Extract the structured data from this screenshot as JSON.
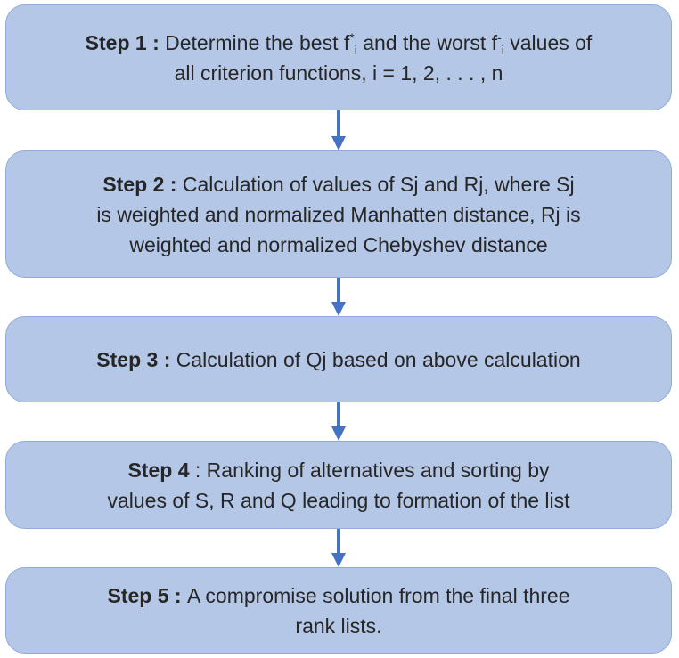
{
  "diagram": {
    "type": "flowchart",
    "direction": "top-to-bottom",
    "colors": {
      "box_fill": "#b4c7e7",
      "box_border": "#8faadc",
      "arrow": "#4472c4",
      "text": "#262626"
    },
    "steps": [
      {
        "label": "Step 1",
        "separator": " : ",
        "text_part1": "Determine the best f",
        "sym1_sup": "*",
        "sym1_sub": "i",
        "text_part2": " and the worst f",
        "sym2_sup": "-",
        "sym2_sub": "i",
        "text_part3": " values of",
        "line2": "all criterion functions, i = 1, 2, . . . , n"
      },
      {
        "label": "Step 2",
        "separator": " : ",
        "line1": "Calculation of values of Sj and Rj, where Sj",
        "line2": "is weighted and normalized Manhatten distance, Rj is",
        "line3": "weighted and normalized Chebyshev distance"
      },
      {
        "label": "Step 3",
        "separator": " : ",
        "line1": "Calculation of Qj based on above calculation"
      },
      {
        "label": "Step 4",
        "separator": " : ",
        "line1": "Ranking of alternatives and sorting by",
        "line2": "values of S, R and Q leading to formation of the list"
      },
      {
        "label": "Step 5",
        "separator": " : ",
        "line1": "A compromise solution from the final three",
        "line2": "rank lists."
      }
    ],
    "edges": [
      {
        "from": "Step 1",
        "to": "Step 2"
      },
      {
        "from": "Step 2",
        "to": "Step 3"
      },
      {
        "from": "Step 3",
        "to": "Step 4"
      },
      {
        "from": "Step 4",
        "to": "Step 5"
      }
    ]
  }
}
